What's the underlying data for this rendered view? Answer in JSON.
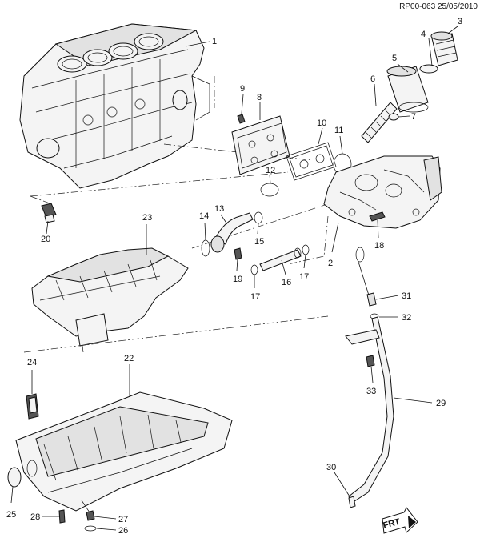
{
  "header": {
    "code": "RP00-063 25/05/2010"
  },
  "callouts": {
    "c1": "1",
    "c2": "2",
    "c3": "3",
    "c4": "4",
    "c5": "5",
    "c6": "6",
    "c7": "7",
    "c8": "8",
    "c9": "9",
    "c10": "10",
    "c11": "11",
    "c12": "12",
    "c13": "13",
    "c14": "14",
    "c15": "15",
    "c16": "16",
    "c17a": "17",
    "c17b": "17",
    "c18": "18",
    "c19": "19",
    "c20": "20",
    "c22": "22",
    "c23": "23",
    "c24": "24",
    "c25": "25",
    "c26": "26",
    "c27": "27",
    "c28": "28",
    "c29": "29",
    "c30": "30",
    "c31": "31",
    "c32": "32",
    "c33": "33"
  },
  "front_arrow": {
    "label": "FRT"
  }
}
